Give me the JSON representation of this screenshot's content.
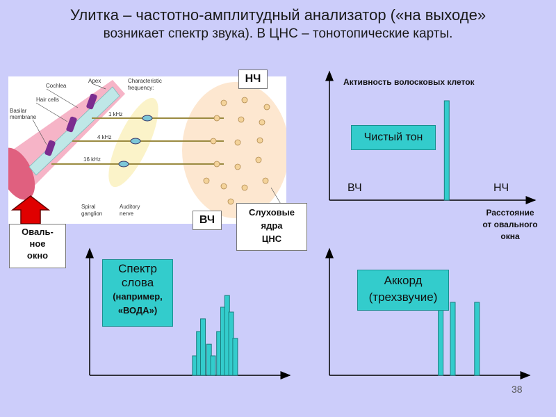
{
  "title": {
    "line1": "Улитка – частотно-амплитудный анализатор («на выходе»",
    "line2": "возникает спектр звука). В ЦНС – тонотопические карты."
  },
  "cochlea": {
    "labels": {
      "apex": "Apex",
      "cochlea": "Cochlea",
      "hair_cells": "Hair cells",
      "basilar_membrane_1": "Basilar",
      "basilar_membrane_2": "membrane",
      "characteristic_1": "Characteristic",
      "characteristic_2": "frequency:",
      "freq_1": "1 kHz",
      "freq_4": "4 kHz",
      "freq_16": "16 kHz",
      "spiral_ganglion_1": "Spiral",
      "spiral_ganglion_2": "ganglion",
      "auditory_nerve_1": "Auditory",
      "auditory_nerve_2": "nerve"
    },
    "lf_badge": "НЧ",
    "hf_badge": "ВЧ",
    "oval_window": {
      "line1": "Оваль-",
      "line2": "ное",
      "line3": "окно"
    },
    "nuclei": {
      "line1": "Слуховые",
      "line2": "ядра",
      "line3": "ЦНС"
    }
  },
  "pure_tone": {
    "header": "Активность волосковых клеток",
    "label": "Чистый тон",
    "left_label": "ВЧ",
    "right_label": "НЧ",
    "xlabel_1": "Расстояние",
    "xlabel_2": "от овального",
    "xlabel_3": "окна"
  },
  "speech": {
    "label_1": "Спектр",
    "label_2": "слова",
    "label_3": "(например,",
    "label_4": "«ВОДА»)"
  },
  "chord": {
    "label_1": "Аккорд",
    "label_2": "(трехзвучие)"
  },
  "page_number": "38",
  "colors": {
    "background": "#cccdfa",
    "accent": "#33cccc",
    "arrow": "#e00000"
  },
  "chart_data": [
    {
      "type": "bar",
      "name_ref": "pure_tone",
      "values": [
        1.0
      ],
      "positions": [
        0.57
      ]
    },
    {
      "type": "bar",
      "name_ref": "speech",
      "values": [
        0.2,
        0.45,
        0.58,
        0.32,
        0.2,
        0.45,
        0.7,
        0.82,
        0.65,
        0.38
      ],
      "positions": [
        0.51,
        0.53,
        0.55,
        0.58,
        0.6,
        0.63,
        0.65,
        0.67,
        0.69,
        0.71
      ]
    },
    {
      "type": "bar",
      "name_ref": "chord",
      "values": [
        0.75,
        0.75,
        0.75
      ],
      "positions": [
        0.54,
        0.6,
        0.72
      ]
    }
  ]
}
